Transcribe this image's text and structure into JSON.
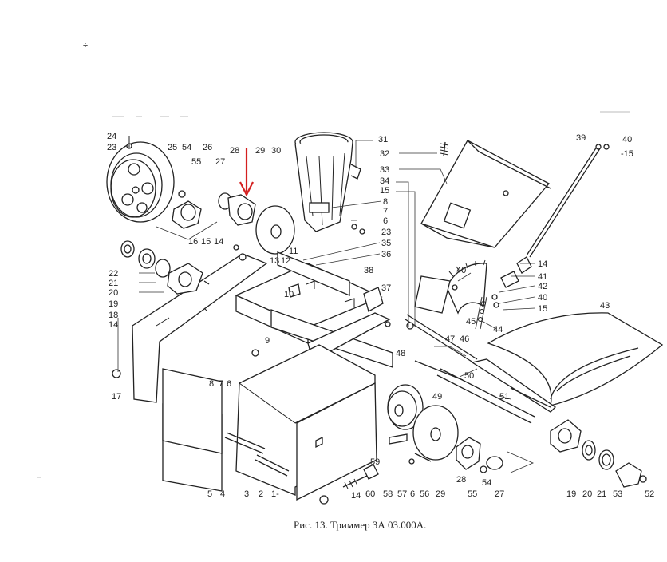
{
  "caption": "Рис. 13. Триммер  ЗА 03.000А.",
  "marker": {
    "color": "#d42020"
  },
  "labels": {
    "l24": "24",
    "l23a": "23",
    "l25": "25",
    "l54a": "54",
    "l26": "26",
    "l55a": "55",
    "l27a": "27",
    "l28a": "28",
    "l29a": "29",
    "l30": "30",
    "l31": "31",
    "l32": "32",
    "l33": "33",
    "l34": "34",
    "l15a": "15",
    "l8a": "8",
    "l7a": "7",
    "l6a": "6",
    "l23b": "23",
    "l35": "35",
    "l36": "36",
    "l39": "39",
    "l40a": "40",
    "l15b": "-15",
    "l16": "16",
    "l15c": "15",
    "l14a": "14",
    "l13": "13",
    "l12": "12",
    "l11": "11",
    "l10": "10",
    "l9": "9",
    "l38": "38",
    "l37": "37",
    "l40b": "40",
    "l14b": "14",
    "l41": "41",
    "l42": "42",
    "l40c": "40",
    "l15d": "15",
    "l43": "43",
    "l45": "45",
    "l44": "44",
    "l47": "47",
    "l46": "46",
    "l22": "22",
    "l21a": "21",
    "l20a": "20",
    "l19a": "19",
    "l18": "18",
    "l14c": "14",
    "l17": "17",
    "l8b": "8",
    "l7b": "7",
    "l6b": "6",
    "l48": "48",
    "l50": "50",
    "l49": "49",
    "l51": "51",
    "l5": "5",
    "l4": "4",
    "l3": "3",
    "l2": "2",
    "l1": "1-",
    "l14d": "14",
    "l60": "60",
    "l59": "59",
    "l58": "58",
    "l57": "57",
    "l6c": "6",
    "l56": "56",
    "l29b": "29",
    "l28b": "28",
    "l55b": "55",
    "l54b": "54",
    "l27b": "27",
    "l19b": "19",
    "l20b": "20",
    "l21b": "21",
    "l53": "53",
    "l52": "52"
  }
}
